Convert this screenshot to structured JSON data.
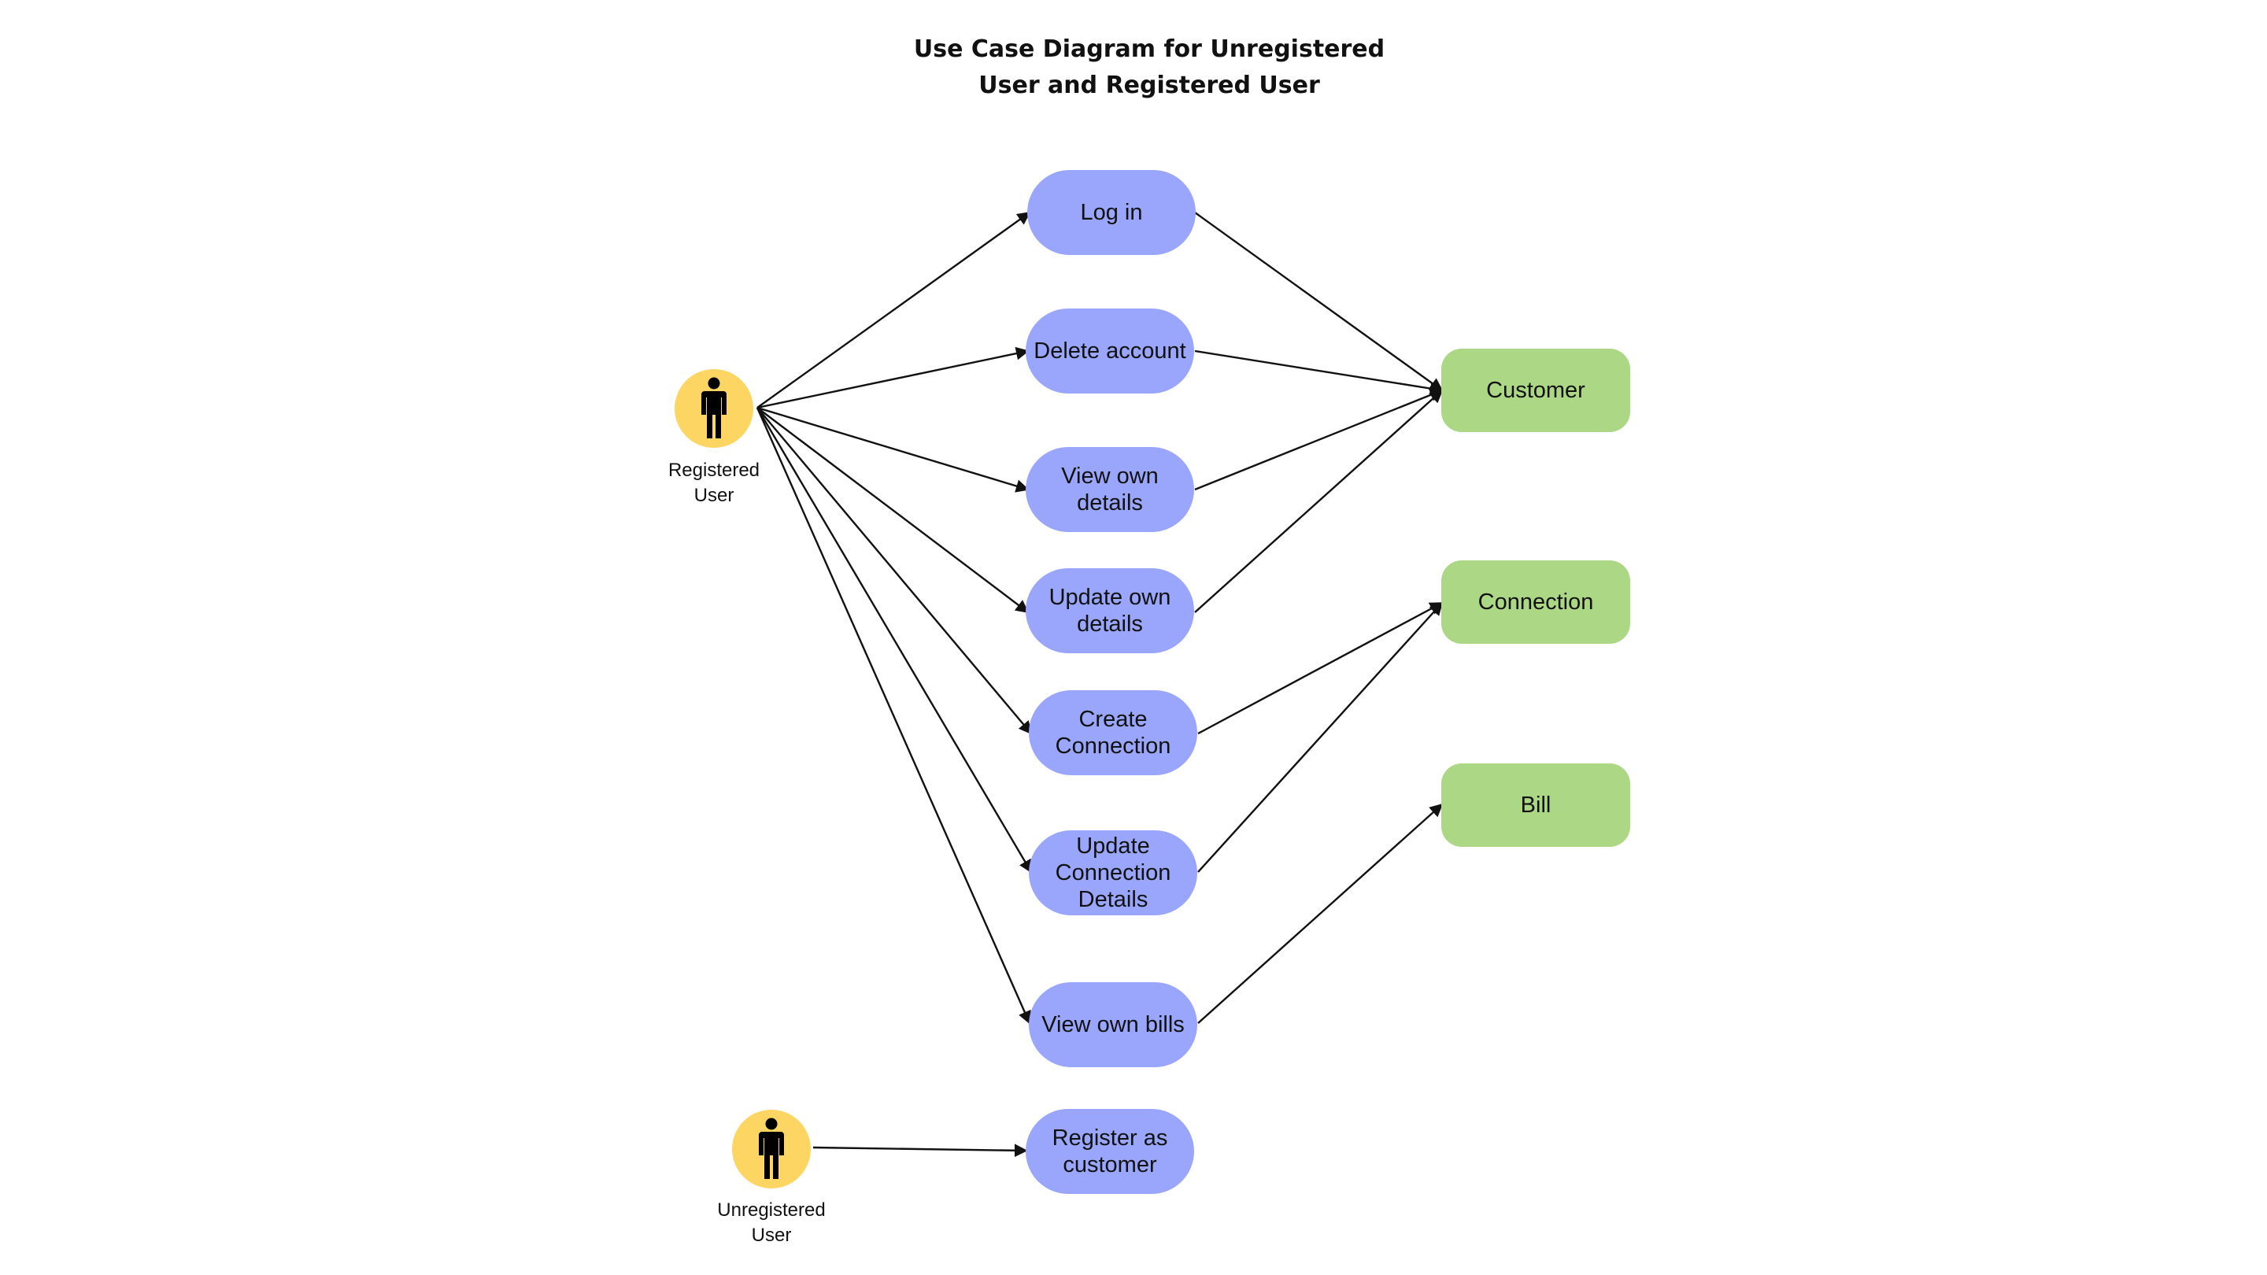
{
  "title": {
    "line1": "Use Case Diagram for Unregistered",
    "line2": "User and Registered User"
  },
  "actors": {
    "registered": {
      "line1": "Registered",
      "line2": "User",
      "icon": "person-icon"
    },
    "unregistered": {
      "line1": "Unregistered",
      "line2": "User",
      "icon": "person-icon"
    }
  },
  "use_cases": {
    "log_in": [
      "Log in"
    ],
    "delete_account": [
      "Delete account"
    ],
    "view_own_details": [
      "View own",
      "details"
    ],
    "update_own_details": [
      "Update own",
      "details"
    ],
    "create_connection": [
      "Create",
      "Connection"
    ],
    "update_connection_details": [
      "Update",
      "Connection",
      "Details"
    ],
    "view_own_bills": [
      "View own bills"
    ],
    "register_as_customer": [
      "Register as",
      "customer"
    ]
  },
  "entities": {
    "customer": "Customer",
    "connection": "Connection",
    "bill": "Bill"
  },
  "colors": {
    "actor": "#fdd563",
    "use_case": "#99a6fb",
    "entity": "#acd886",
    "line": "#111111"
  }
}
